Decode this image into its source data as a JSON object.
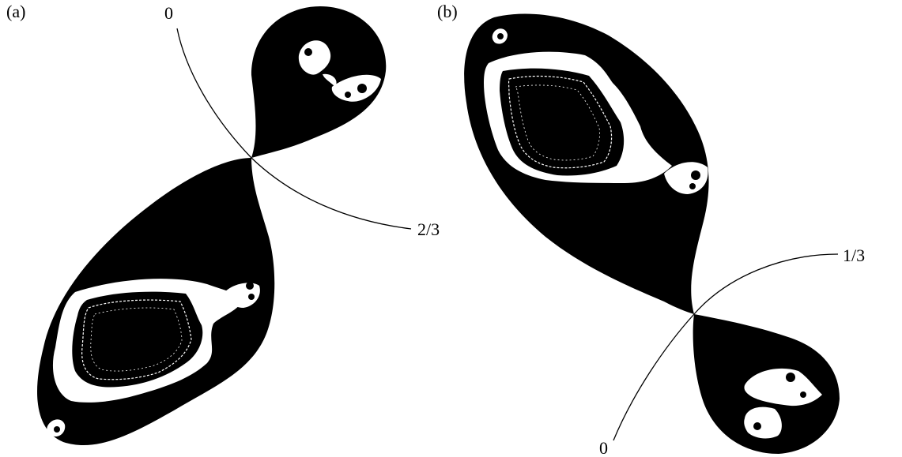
{
  "panels": [
    {
      "label": "(a)",
      "ray_start": "0",
      "ray_end": "2/3"
    },
    {
      "label": "(b)",
      "ray_start": "0",
      "ray_end": "1/3"
    }
  ],
  "colors": {
    "fill": "#000000",
    "background": "#ffffff",
    "ray": "#000000"
  }
}
